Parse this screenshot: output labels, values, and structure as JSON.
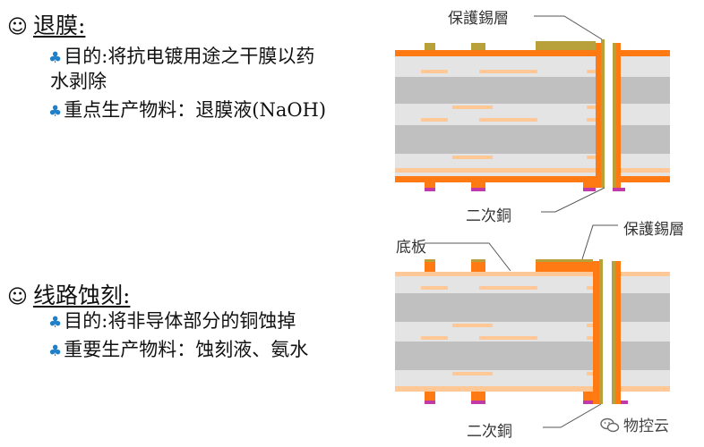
{
  "section1": {
    "smiley": "☺",
    "title": "退膜:",
    "bullet_glyph": "♣",
    "bullet1_line1": "目的:将抗电镀用途之干膜以药",
    "bullet1_line2": "水剥除",
    "bullet2": "重点生产物料：退膜液(NaOH)"
  },
  "section2": {
    "smiley": "☺",
    "title": "线路蚀刻:",
    "bullet_glyph": "♣",
    "bullet1": "目的:将非导体部分的铜蚀掉",
    "bullet2": "重要生产物料：蚀刻液、氨水"
  },
  "diagram_top": {
    "label_tin": "保護錫層",
    "label_copper": "二次銅"
  },
  "diagram_bottom": {
    "label_base": "底板",
    "label_tin": "保護錫層",
    "label_copper": "二次銅"
  },
  "watermark": {
    "icon": "wechat-icon",
    "text": "物控云"
  },
  "colors": {
    "copper": "#ff7a12",
    "tin": "#b8a03a",
    "base_light": "#e4e4e4",
    "base_dark": "#c0c0c0",
    "inner_foil": "#ffc896",
    "pad": "#c23aa8",
    "leader": "#555555",
    "heading_club": "#1f7fc8"
  }
}
